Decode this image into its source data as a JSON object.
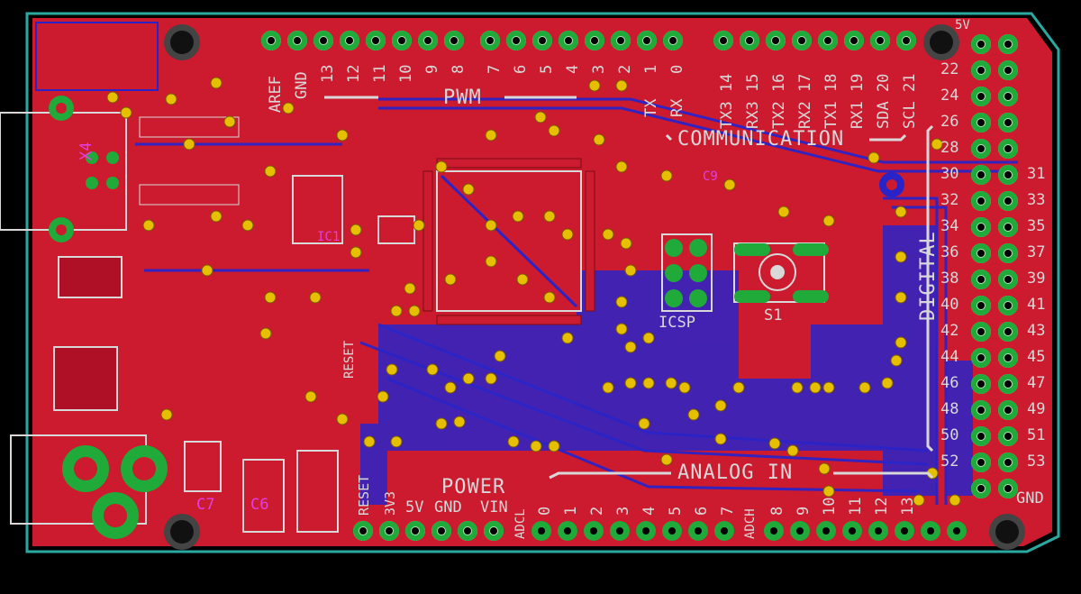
{
  "colors": {
    "background": "#000000",
    "copper_top": "#cc1a2e",
    "copper_bottom": "#2a24c8",
    "pad_green": "#1faa3a",
    "via_yellow": "#e6c000",
    "silkscreen": "#d8d8d8",
    "outline_cyan": "#2aa9a0",
    "name_pink": "#e040e0"
  },
  "labels": {
    "pwm": "PWM",
    "communication": "COMMUNICATION",
    "digital": "DIGITAL",
    "analog_in": "ANALOG IN",
    "power": "POWER",
    "icsp": "ICSP",
    "s1": "S1",
    "reset_top": "RESET",
    "reset_bottom": "RESET",
    "gnd_right": "GND",
    "five_v_right": "5V",
    "aref": "AREF",
    "gnd_top": "GND",
    "x4": "X4",
    "c7": "C7",
    "c6": "C6",
    "c9": "C9",
    "ic1": "IC1"
  },
  "top_left_header": [
    "AREF",
    "GND",
    "13",
    "12",
    "11",
    "10",
    "9",
    "8"
  ],
  "pwm_header": [
    "7",
    "6",
    "5",
    "4",
    "3",
    "2",
    "1",
    "0"
  ],
  "pwm_arrows": [
    "TX",
    "RX"
  ],
  "comm_header": [
    "TX3 14",
    "RX3 15",
    "TX2 16",
    "RX2 17",
    "TX1 18",
    "RX1 19",
    "SDA 20",
    "SCL 21"
  ],
  "digital_left": [
    "22",
    "24",
    "26",
    "28",
    "30",
    "32",
    "34",
    "36",
    "38",
    "40",
    "42",
    "44",
    "46",
    "48",
    "50",
    "52"
  ],
  "digital_right": [
    "31",
    "33",
    "35",
    "37",
    "39",
    "41",
    "43",
    "45",
    "47",
    "49",
    "51",
    "53"
  ],
  "power_header": [
    "RESET",
    "3V3",
    "5V",
    "GND",
    "VIN"
  ],
  "analog_header": [
    "0",
    "1",
    "2",
    "3",
    "4",
    "5",
    "6",
    "7",
    "8",
    "9",
    "10",
    "11",
    "12",
    "13"
  ],
  "analog_group_labels": [
    "ADCL",
    "ADCH"
  ]
}
